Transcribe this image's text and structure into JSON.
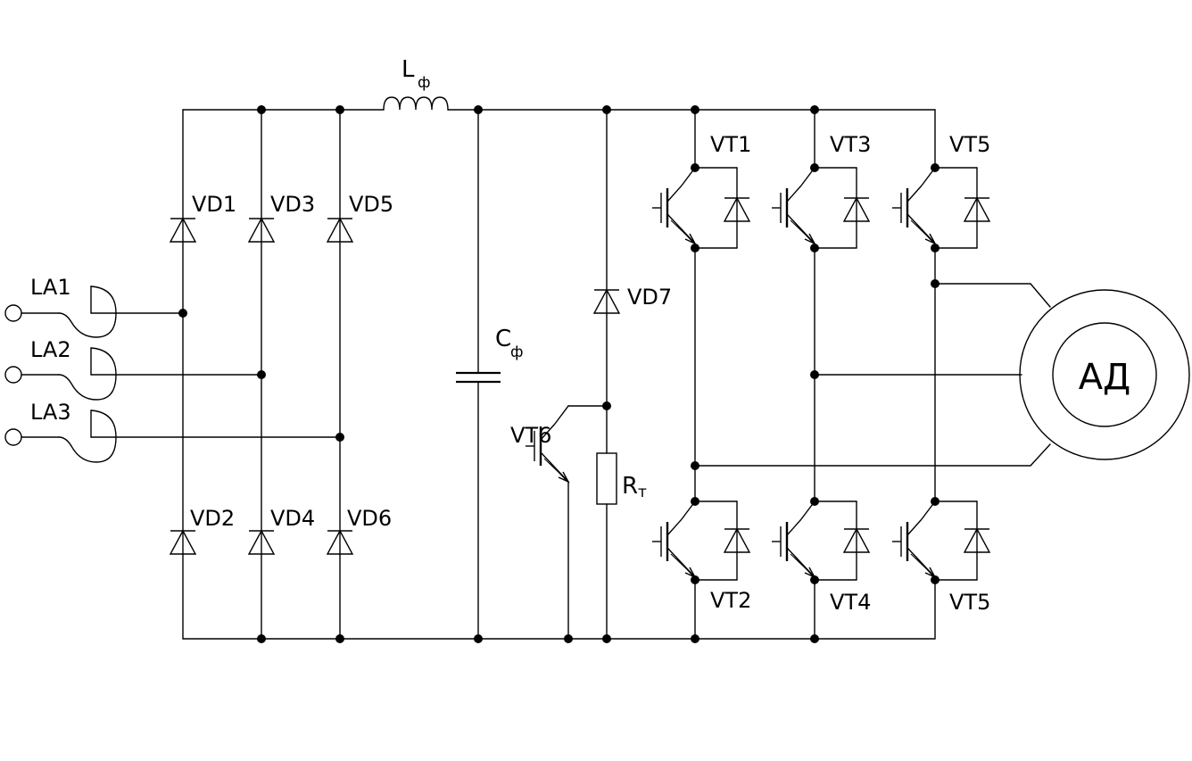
{
  "inputs": [
    {
      "label": "LA1"
    },
    {
      "label": "LA2"
    },
    {
      "label": "LA3"
    }
  ],
  "rectifier": {
    "diodes_top": [
      "VD1",
      "VD3",
      "VD5"
    ],
    "diodes_bottom": [
      "VD2",
      "VD4",
      "VD6"
    ]
  },
  "filter": {
    "inductor_label": "L",
    "inductor_sub": "ф",
    "capacitor_label": "C",
    "capacitor_sub": "ф"
  },
  "brake": {
    "diode_label": "VD7",
    "transistor_label": "VT6",
    "resistor_label": "R",
    "resistor_sub": "т"
  },
  "inverter": {
    "transistors_top": [
      "VT1",
      "VT3",
      "VT5"
    ],
    "transistors_bottom": [
      "VT2",
      "VT4",
      "VT5"
    ]
  },
  "motor": {
    "label": "АД"
  }
}
